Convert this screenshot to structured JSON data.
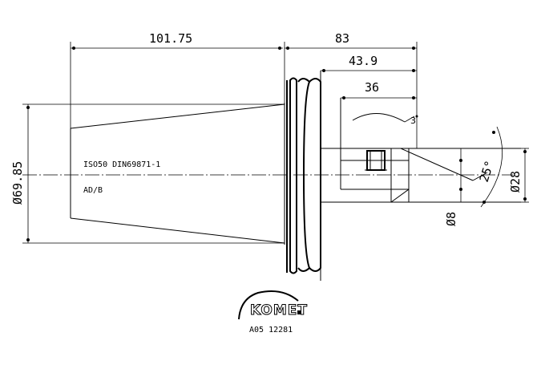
{
  "dimensions": {
    "overall_length": "101.75",
    "flange_to_end": "83",
    "shank_length": "43.9",
    "thread_depth": "36",
    "taper_diameter": "Ø69.85",
    "shank_diameter": "Ø28",
    "bore_diameter": "Ø8",
    "angle": "25°",
    "thread_mark": "3"
  },
  "labels": {
    "standard": "ISO50 DIN69871-1",
    "form": "AD/B",
    "brand": "KOMET",
    "article_number": "A05 12281"
  }
}
